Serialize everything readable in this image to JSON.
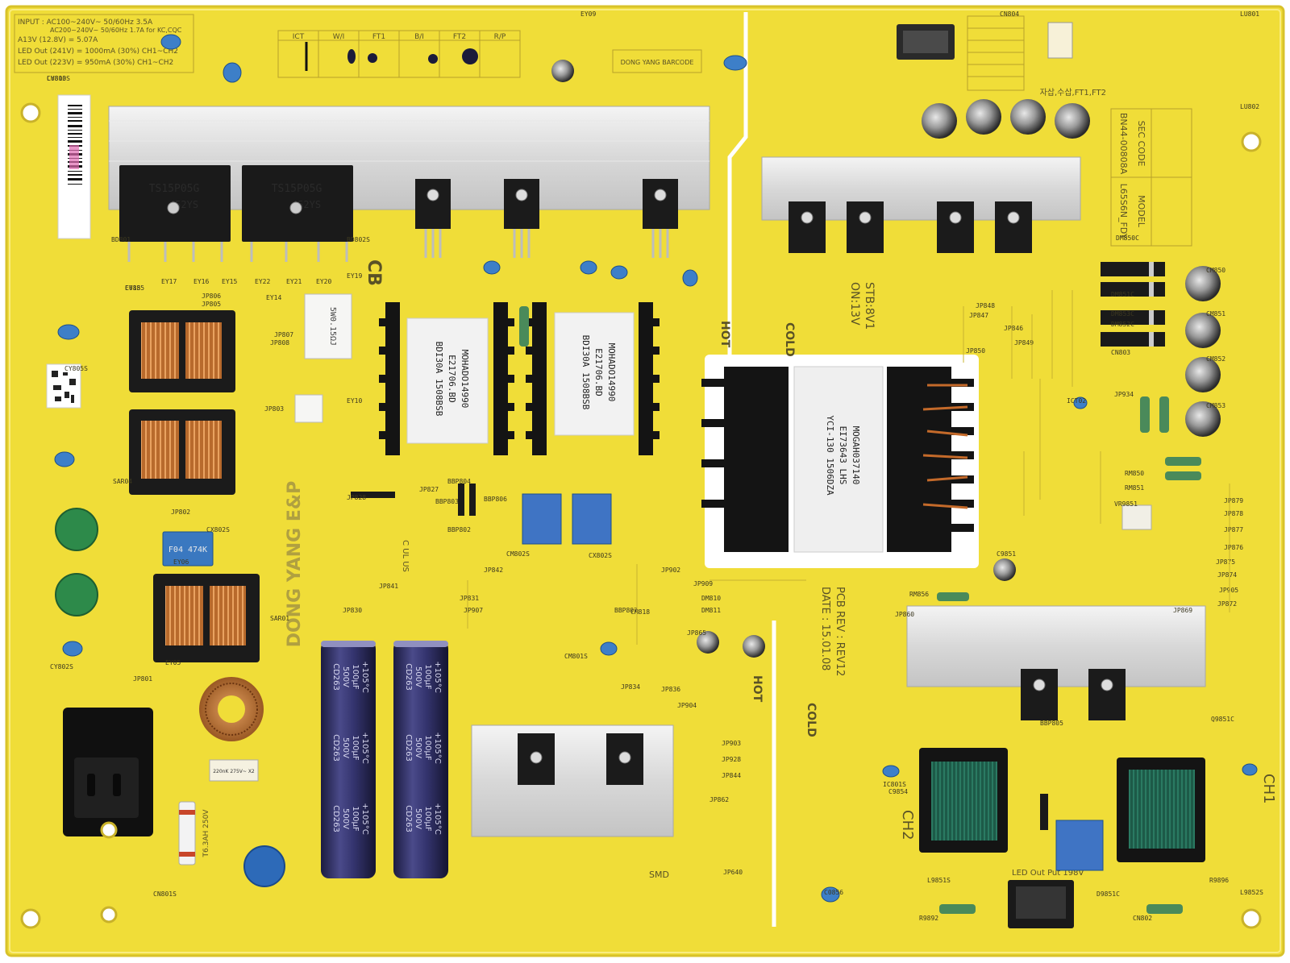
{
  "board": {
    "spec_lines": [
      "INPUT : AC100~240V~ 50/60Hz 3.5A",
      "AC200~240V~ 50/60Hz 1.7A for KC,CQC",
      "A13V (12.8V) = 5.07A",
      "LED Out (241V) = 1000mA (30%) CH1~CH2",
      "LED Out (223V) = 950mA (30%) CH1~CH2"
    ],
    "test_headers": [
      "ICT",
      "W/I",
      "FT1",
      "B/I",
      "FT2",
      "R/P"
    ],
    "barcode_label": "DONG YANG BARCODE",
    "sec_code_label": "SEC CODE",
    "sec_code_value": "BN44-00808A",
    "model_label": "MODEL",
    "model_value": "L65S6N_FDY",
    "maker_logo": "DONG YANG E&P",
    "stb_line1": "STB:8V1",
    "stb_line2": "ON:13V",
    "pcb_rev": "PCB REV : REV12",
    "pcb_date": "DATE : 15.01.08",
    "hot_label": "HOT",
    "cold_label": "COLD",
    "cb_label": "CB",
    "smd_label": "SMD",
    "ch1_label": "CH1",
    "ch2_label": "CH2",
    "led_out_label": "LED Out Put 198V",
    "notice": "자삽,수삽,FT1,FT2",
    "fuse_label": "T6.3AH 250V",
    "x2_cap_label": "F04 474K",
    "choke_label": "220nK 275V~ X2",
    "cert_label": "C UL US"
  },
  "bridges": [
    {
      "line1": "TS15P05G",
      "line2": "452YS"
    },
    {
      "line1": "TS15P05G",
      "line2": "452YS"
    }
  ],
  "transformers": [
    {
      "lines": [
        "MOHADO14990",
        "E21706.BD",
        "BDI30A 1508BSB"
      ]
    },
    {
      "lines": [
        "MOHADO14990",
        "E21706.BD",
        "BDI30A 1508BSB"
      ]
    },
    {
      "lines": [
        "MOGAH037140",
        "EI73643 LHS",
        "YCI-130 1506DZA"
      ]
    }
  ],
  "bulk_caps": [
    {
      "lines": [
        "CD263",
        "500V",
        "100μF",
        "+105°C"
      ]
    },
    {
      "lines": [
        "CD263",
        "500V",
        "100μF",
        "+105°C"
      ]
    }
  ],
  "ref_designators": [
    "LU803",
    "EY18",
    "EY17",
    "EY16",
    "EY15",
    "EY22",
    "EY21",
    "EY20",
    "EY19",
    "EY14",
    "JP806",
    "JP805",
    "JP807",
    "JP808",
    "JP801",
    "JP803",
    "JP802",
    "JP827",
    "JP828",
    "JP842",
    "JP841",
    "JP831",
    "JP830",
    "JP907",
    "JP902",
    "JP909",
    "JP834",
    "JP836",
    "JP904",
    "JP903",
    "JP928",
    "JP844",
    "JP862",
    "JP640",
    "JP865",
    "JP848",
    "JP847",
    "JP846",
    "JP849",
    "JP850",
    "JP934",
    "JP878",
    "JP877",
    "JP876",
    "JP875",
    "JP874",
    "JP905",
    "JP872",
    "JP869",
    "JP860",
    "JP879",
    "BD801",
    "BD802S",
    "CY805S",
    "CX802S",
    "CY802S",
    "CN801S",
    "DM810",
    "DM811",
    "RM856",
    "C9851",
    "RM850",
    "RM851",
    "VR9851",
    "CM850",
    "CM851",
    "CM852",
    "CM853",
    "DM850C",
    "DM851C",
    "DM853C",
    "DM852C",
    "CN803",
    "CN804",
    "LU801",
    "LU802",
    "L9852S",
    "L9851S",
    "R9896",
    "R9892",
    "CN802",
    "D9851C",
    "Q9851C",
    "BBP805",
    "BBP804",
    "BBP803",
    "BBP802",
    "BBP806",
    "BBP807",
    "CM818",
    "CM801S",
    "CM802S",
    "CX802S",
    "SAR04",
    "SAR01",
    "EY05",
    "EY06",
    "EY09",
    "EY10",
    "ICT02",
    "IC801S",
    "C0856",
    "C9854",
    "CY810S",
    "C0855"
  ]
}
